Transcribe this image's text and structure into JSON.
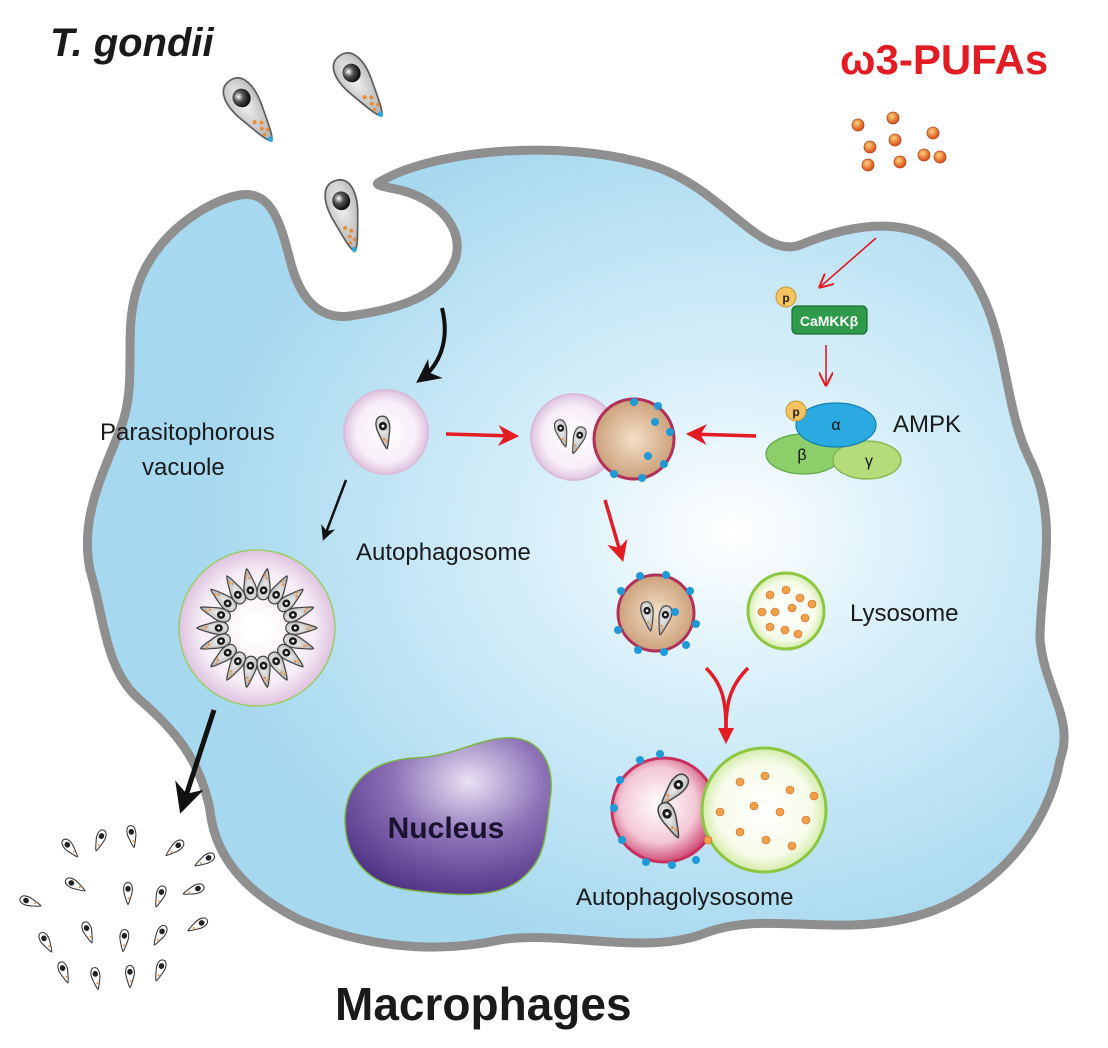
{
  "labels": {
    "organism": "T. gondii",
    "compound": "ω3-PUFAs",
    "camkk": "CaMKKβ",
    "phospho": "p",
    "ampk": "AMPK",
    "alpha": "α",
    "beta": "β",
    "gamma": "γ",
    "pv_line1": "Parasitophorous",
    "pv_line2": "vacuole",
    "autophagosome": "Autophagosome",
    "lysosome": "Lysosome",
    "nucleus": "Nucleus",
    "autophagolysosome": "Autophagolysosome",
    "cell": "Macrophages"
  },
  "colors": {
    "cytoplasm": "#a9daf0",
    "membrane": "#8f8f8f",
    "activation_arrow": "#e31b23",
    "flow_arrow": "#111111",
    "ampk_alpha": "#2aaae0",
    "ampk_beta": "#8ccf6a",
    "ampk_gamma": "#b5dc7a",
    "camkk": "#2e9b4a",
    "phospho": "#f7c35f",
    "nucleus": "#5a3a8f",
    "lysosome_rim": "#8dc63f",
    "autophagosome_rim": "#b0305a",
    "pufa": "#e86a1a"
  }
}
